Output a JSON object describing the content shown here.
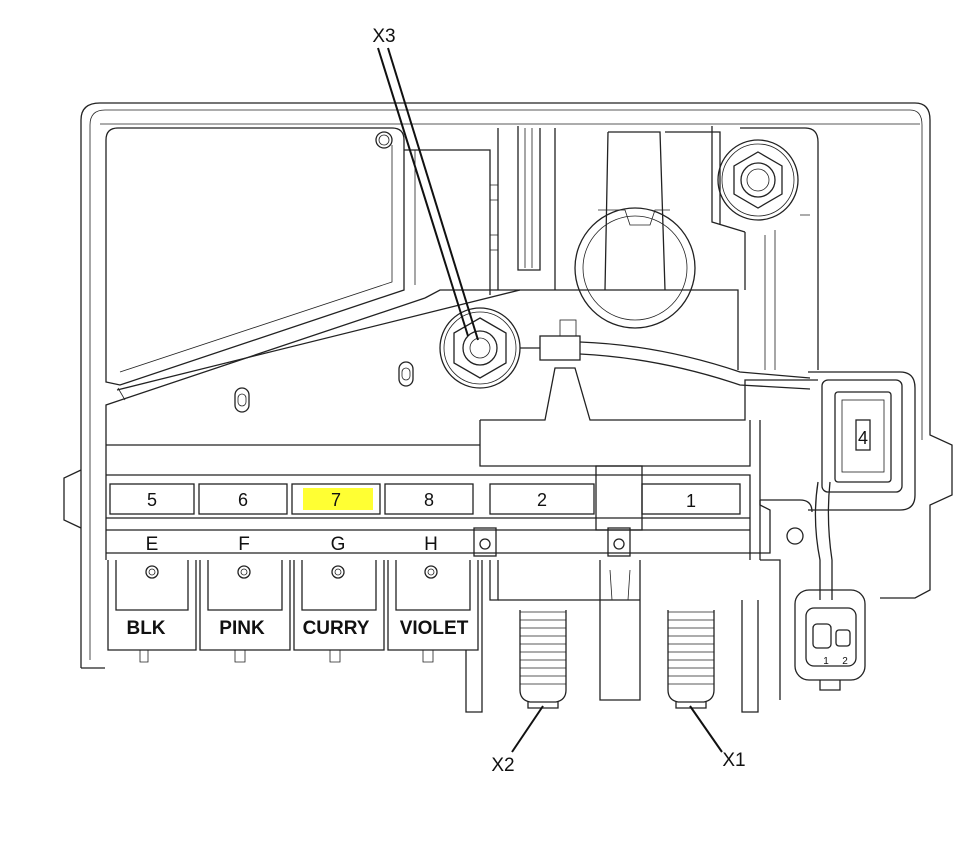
{
  "callouts": {
    "x3": "X3",
    "x2": "X2",
    "x1": "X1"
  },
  "connector4": "4",
  "slots": {
    "s5": "5",
    "s6": "6",
    "s7": "7",
    "s8": "8",
    "s2": "2",
    "s1": "1"
  },
  "highlighted_slot": "7",
  "highlight_color": "#ffff33",
  "letters": {
    "e": "E",
    "f": "F",
    "g": "G",
    "h": "H"
  },
  "colors": {
    "blk": "BLK",
    "pink": "PINK",
    "curry": "CURRY",
    "violet": "VIOLET"
  },
  "pin_marks": {
    "p1": "1",
    "p2": "2"
  }
}
